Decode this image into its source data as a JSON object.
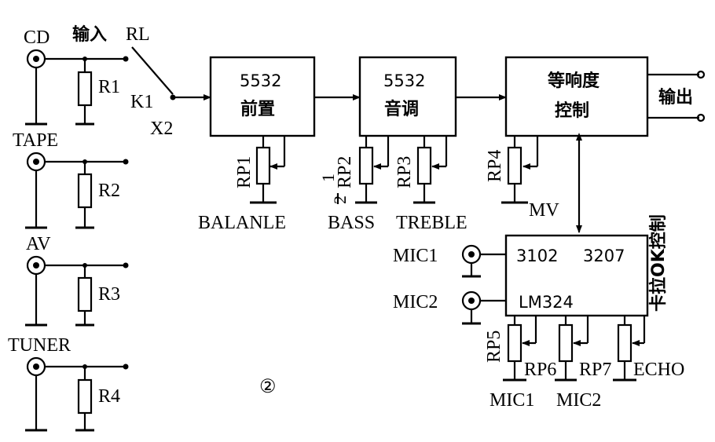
{
  "inputs": {
    "cd": "CD",
    "tape": "TAPE",
    "av": "AV",
    "tuner": "TUNER",
    "input_label": "输入",
    "selector": "RL",
    "k1": "K1",
    "x2": "X2"
  },
  "resistors": {
    "r1": "R1",
    "r2": "R2",
    "r3": "R3",
    "r4": "R4"
  },
  "blocks": {
    "preamp": {
      "chip": "5532",
      "name": "前置"
    },
    "tone": {
      "chip": "5532",
      "name": "音调"
    },
    "loudness": {
      "line1": "等响度",
      "line2": "控制"
    },
    "karaoke": {
      "chip1": "3102",
      "chip2": "3207",
      "chip3": "LM324",
      "side_label": "卡拉OK控制"
    }
  },
  "pots": {
    "rp1": "RP1",
    "rp2": "RP2",
    "rp2_fraction_num": "1",
    "rp2_fraction_den": "2",
    "rp3": "RP3",
    "rp4": "RP4",
    "rp5": "RP5",
    "rp6": "RP6",
    "rp7": "RP7"
  },
  "controls": {
    "balance": "BALANLE",
    "bass": "BASS",
    "treble": "TREBLE",
    "mv": "MV",
    "mic1_out": "MIC1",
    "mic2_out": "MIC2",
    "echo": "ECHO"
  },
  "mic_inputs": {
    "mic1": "MIC1",
    "mic2": "MIC2"
  },
  "output_label": "输出",
  "figure_number": "②"
}
